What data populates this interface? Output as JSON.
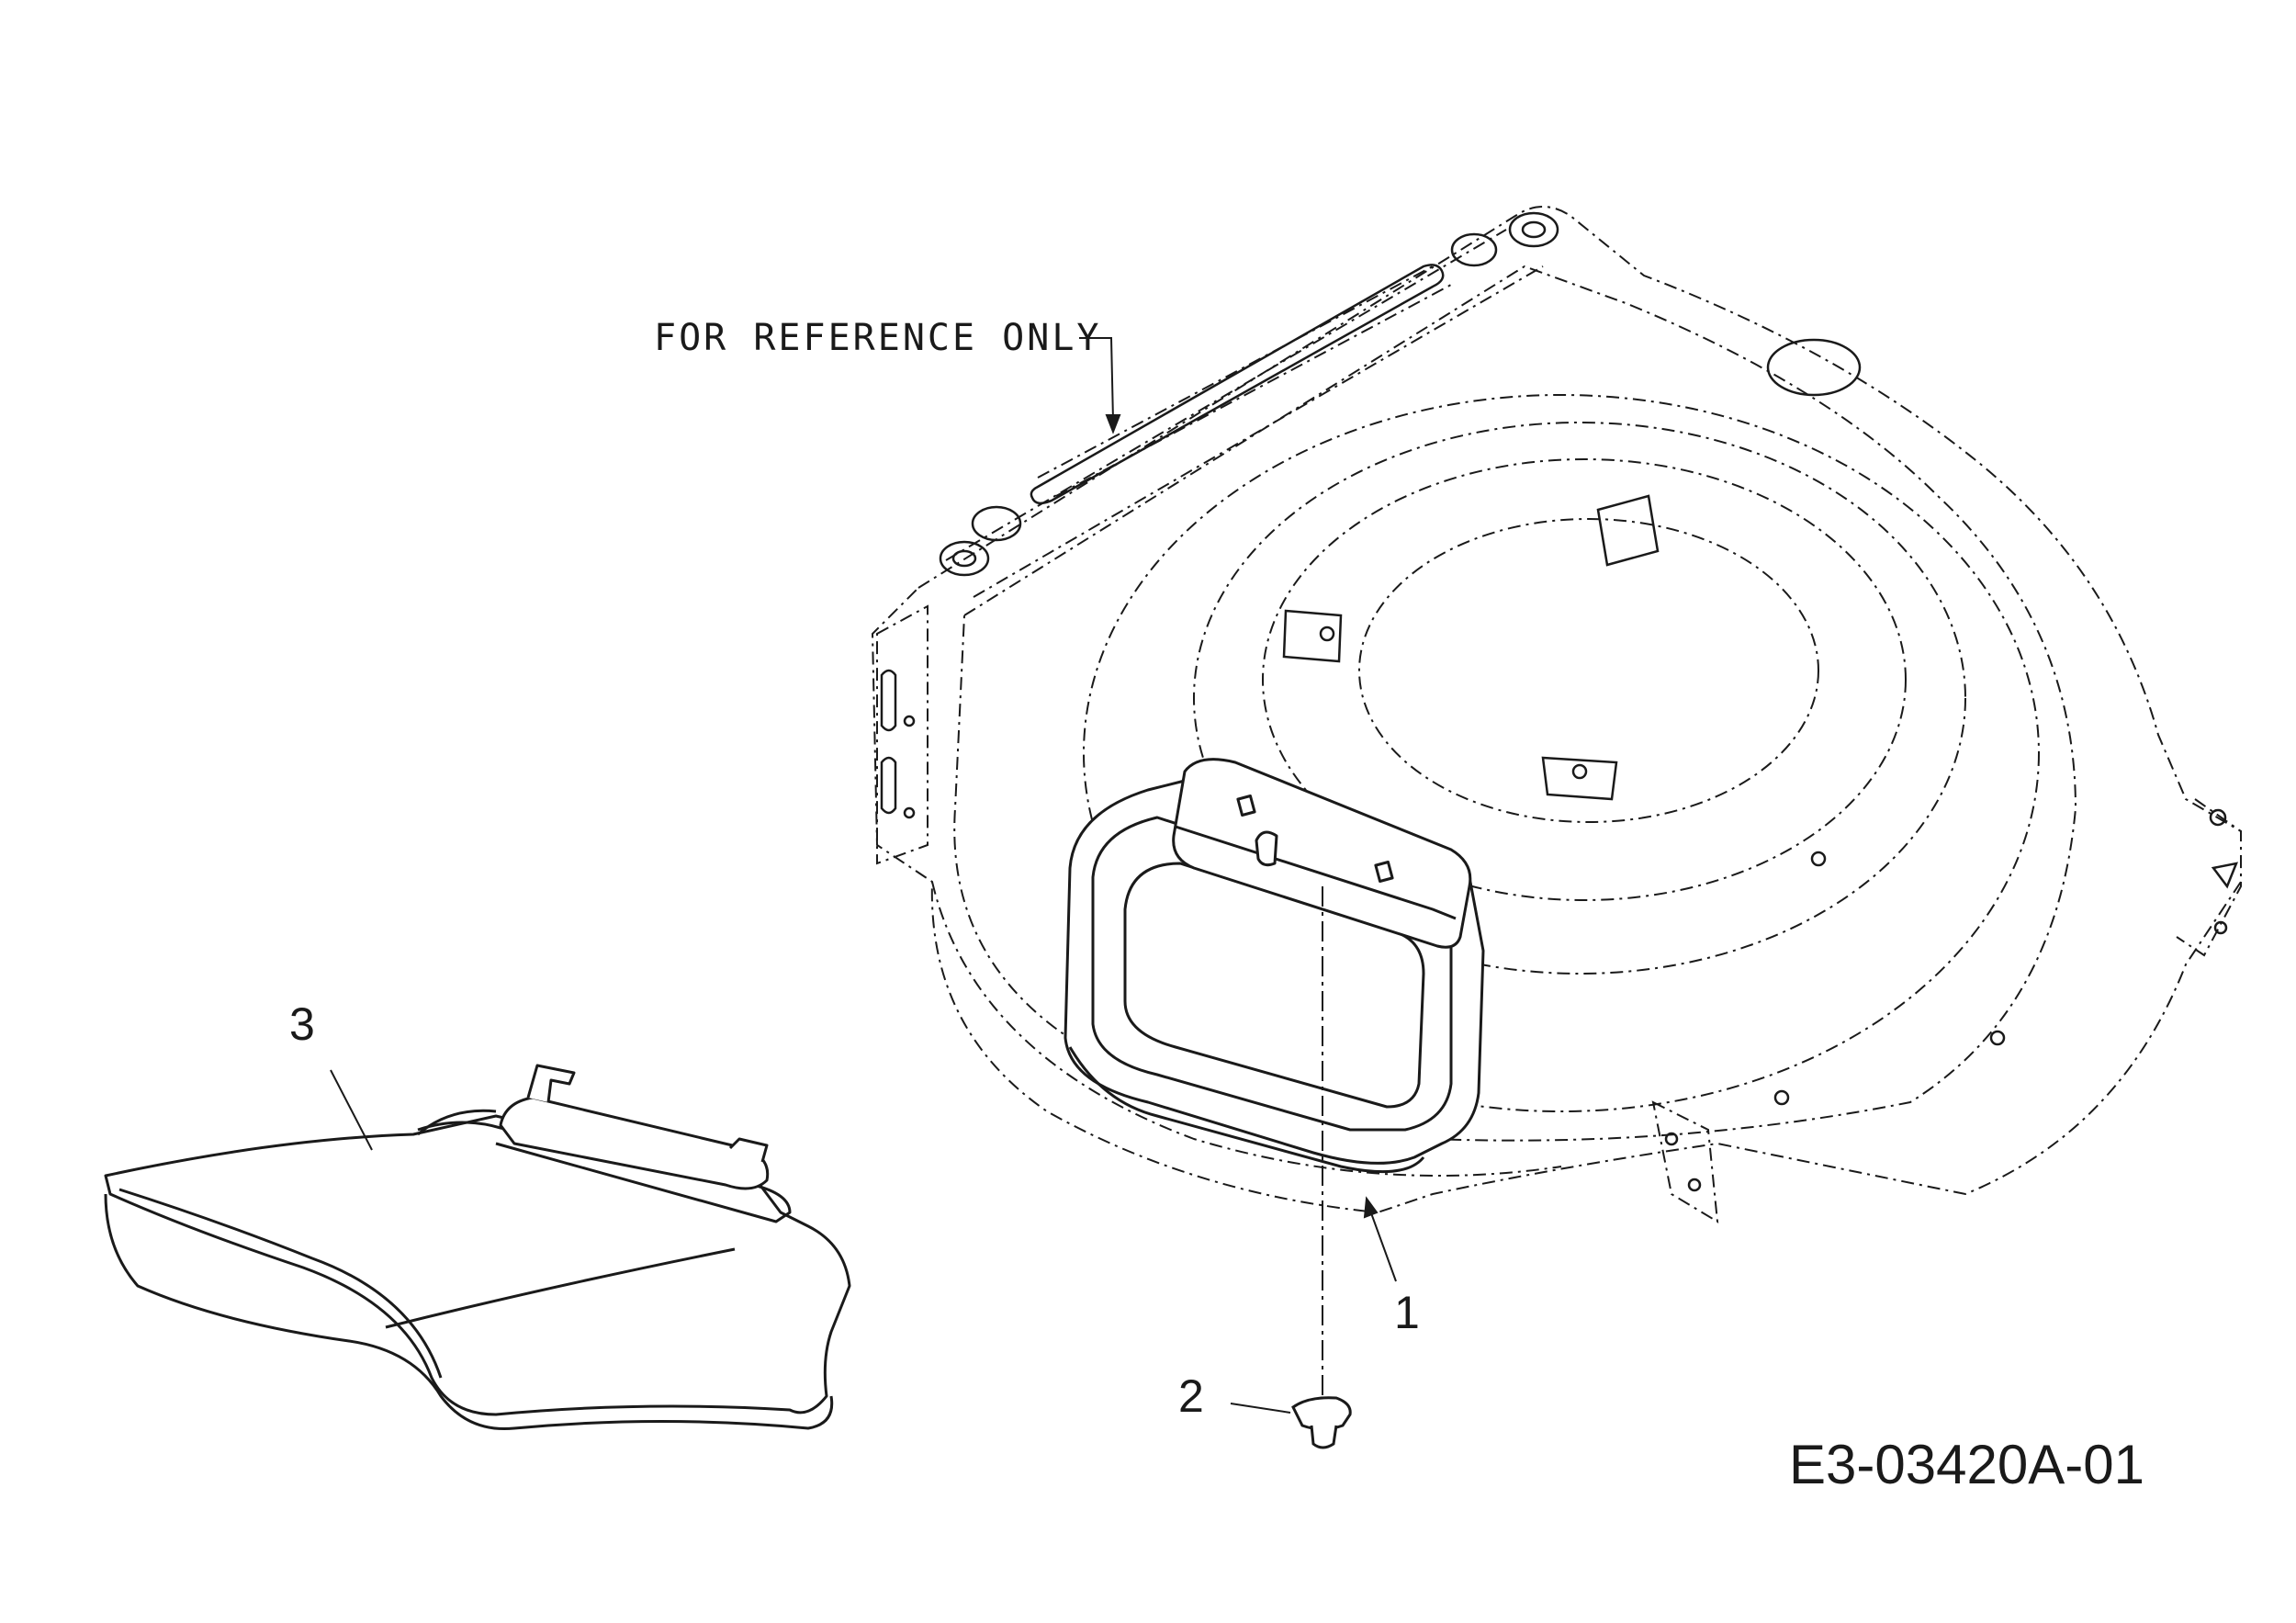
{
  "diagram": {
    "reference_note": "FOR REFERENCE ONLY",
    "drawing_code": "E3-03420A-01",
    "callouts": [
      {
        "number": "1",
        "part": "mulch-plug"
      },
      {
        "number": "2",
        "part": "screw"
      },
      {
        "number": "3",
        "part": "side-discharge-chute"
      }
    ],
    "colors": {
      "line": "#1a1a1a",
      "background": "#ffffff"
    }
  }
}
